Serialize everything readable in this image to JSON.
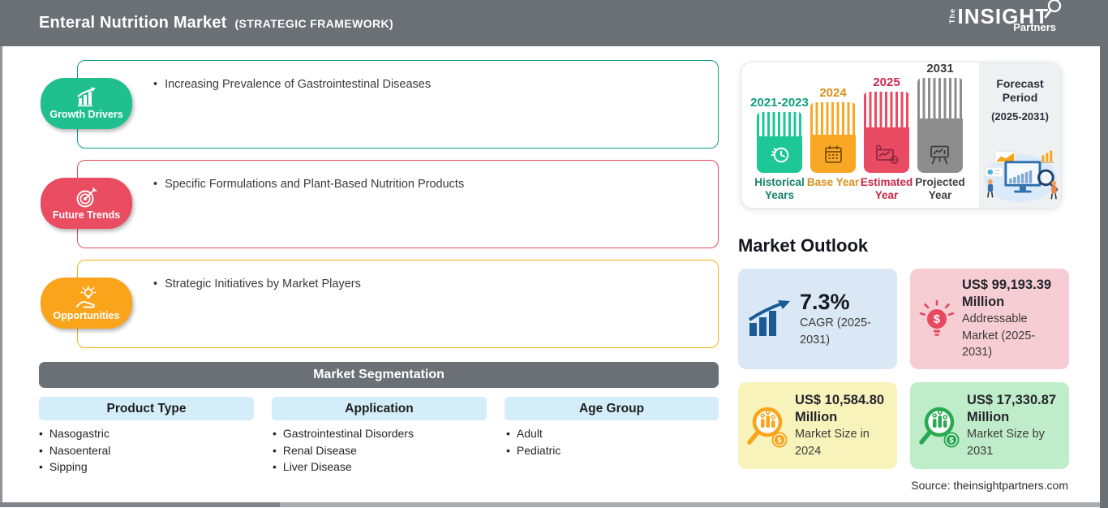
{
  "header": {
    "title": "Enteral Nutrition Market",
    "subtitle": "(STRATEGIC FRAMEWORK)",
    "logo": {
      "the": "The",
      "insight": "INSIGHT",
      "partners": "Partners"
    }
  },
  "colors": {
    "header_bg": "#6a7076",
    "growth_green": "#1fc08d",
    "trends_red": "#ea4c62",
    "opportunities_orange": "#f9a41b",
    "historical_bar": "#1ec796",
    "base_bar": "#f9a825",
    "estimated_bar": "#e94b62",
    "projected_bar": "#8d8d8d",
    "cagr_card_bg": "#d9e8f4",
    "addressable_card_bg": "#f6cdd2",
    "size2024_card_bg": "#f8f3bb",
    "size2031_card_bg": "#c0edc9"
  },
  "framework": [
    {
      "label": "Growth Drivers",
      "icon": "growth-bars-icon",
      "points": [
        "Increasing Prevalence of Gastrointestinal Diseases"
      ]
    },
    {
      "label": "Future Trends",
      "icon": "target-dart-icon",
      "points": [
        "Specific Formulations and Plant-Based Nutrition Products"
      ]
    },
    {
      "label": "Opportunities",
      "icon": "hand-bulb-icon",
      "points": [
        "Strategic Initiatives by Market Players"
      ]
    }
  ],
  "segmentation": {
    "title": "Market Segmentation",
    "columns": [
      {
        "header": "Product Type",
        "items": [
          "Nasogastric",
          "Nasoenteral",
          "Sipping"
        ]
      },
      {
        "header": "Application",
        "items": [
          "Gastrointestinal Disorders",
          "Renal Disease",
          "Liver Disease"
        ]
      },
      {
        "header": "Age Group",
        "items": [
          "Adult",
          "Pediatric"
        ]
      }
    ]
  },
  "timeline": {
    "bars": [
      {
        "year": "2021-2023",
        "label": "Historical Years",
        "icon": "history-clock-icon"
      },
      {
        "year": "2024",
        "label": "Base Year",
        "icon": "calendar-icon"
      },
      {
        "year": "2025",
        "label": "Estimated Year",
        "icon": "estimate-chart-icon"
      },
      {
        "year": "2031",
        "label": "Projected Year",
        "icon": "projection-screen-icon"
      }
    ],
    "forecast_period": {
      "title": "Forecast Period",
      "range": "(2025-2031)"
    }
  },
  "outlook": {
    "title": "Market Outlook",
    "cards": [
      {
        "value": "7.3%",
        "label": "CAGR (2025-2031)",
        "icon": "growth-arrow-chart-icon"
      },
      {
        "value": "US$ 99,193.39 Million",
        "label": "Addressable Market (2025-2031)",
        "icon": "bulb-dollar-icon"
      },
      {
        "value": "US$ 10,584.80 Million",
        "label": "Market Size in 2024",
        "icon": "magnifier-chart-orange-icon"
      },
      {
        "value": "US$ 17,330.87 Million",
        "label": "Market Size by 2031",
        "icon": "magnifier-chart-green-icon"
      }
    ],
    "source": "Source: theinsightpartners.com"
  }
}
